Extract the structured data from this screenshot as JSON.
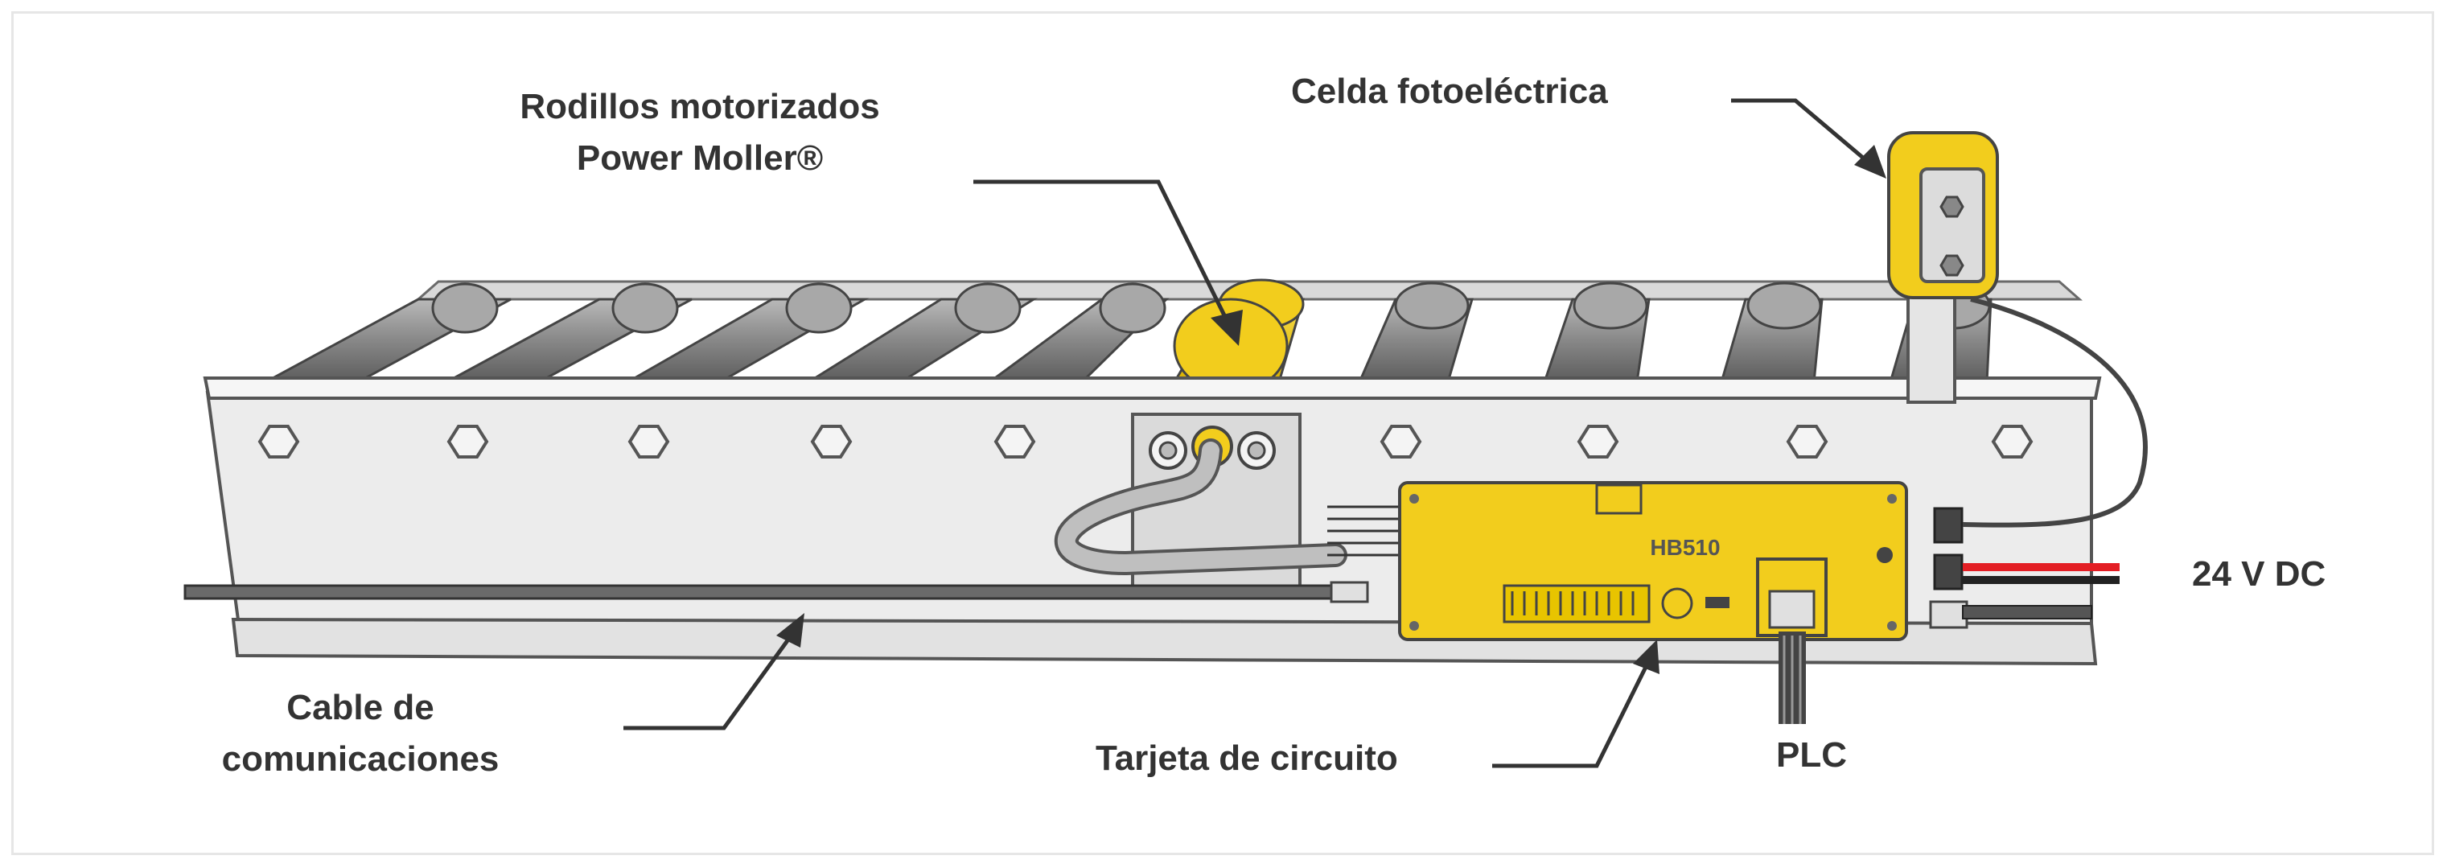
{
  "labels": {
    "rollers": [
      "Rodillos motorizados",
      "Power Moller®"
    ],
    "photocell": "Celda fotoeléctrica",
    "power": "24 V DC",
    "cable": [
      "Cable de",
      "comunicaciones"
    ],
    "board": "Tarjeta de circuito",
    "plc": "PLC",
    "board_marking": "HB510"
  },
  "colors": {
    "yellow": "#f2cd1d",
    "roller": "#8e8e8e",
    "frame": "#ececec",
    "leader": "#333333",
    "wire_red": "#e31e24"
  }
}
